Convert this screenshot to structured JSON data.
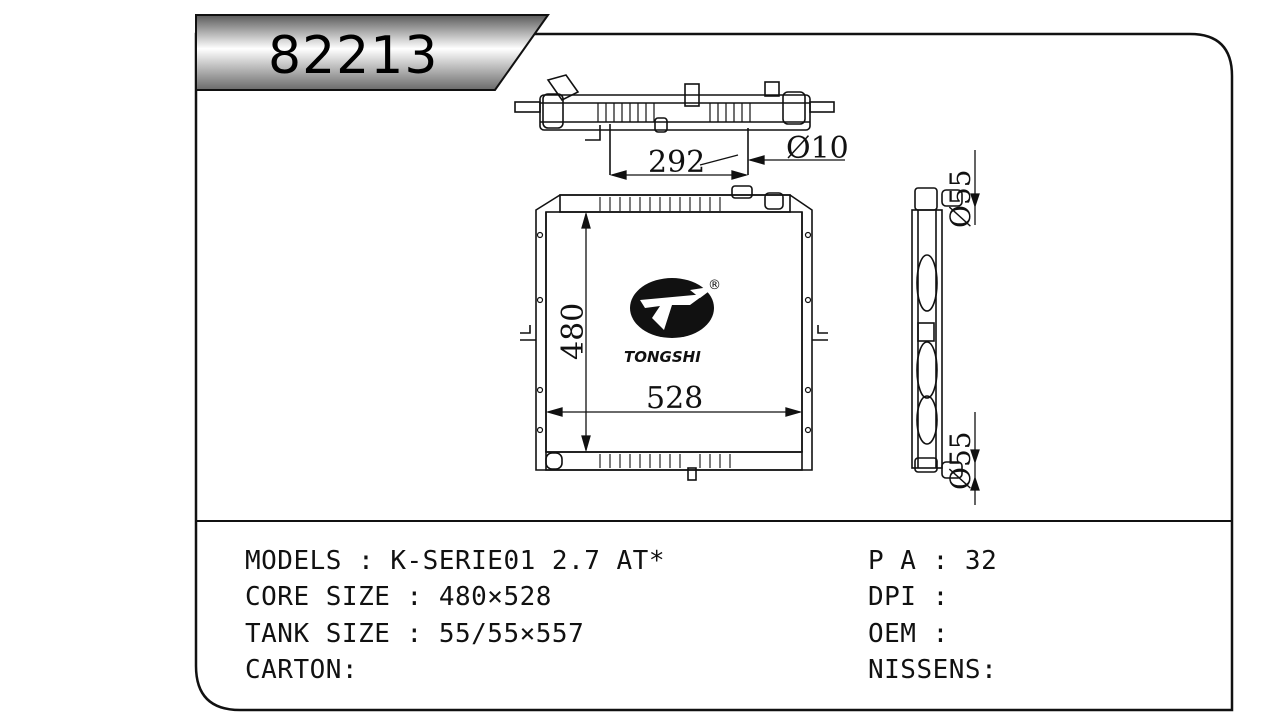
{
  "part_number": "82213",
  "brand": {
    "name": "TONGSHI",
    "registered_mark": "®",
    "logo_icon": "tongshi-logo-icon"
  },
  "dimensions": {
    "pipe_spacing": "292",
    "pipe_diameter": "Ø10",
    "core_height": "480",
    "core_width": "528",
    "tank_top": "Ø55",
    "tank_bottom": "Ø55"
  },
  "specs_left": [
    {
      "label": "MODELS",
      "value": "K-SERIE01 2.7 AT*"
    },
    {
      "label": "CORE SIZE",
      "value": "480×528"
    },
    {
      "label": "TANK SIZE",
      "value": "55/55×557"
    },
    {
      "label": "CARTON",
      "value": ""
    }
  ],
  "specs_right": [
    {
      "label": "P A",
      "value": "32"
    },
    {
      "label": "DPI",
      "value": ""
    },
    {
      "label": "OEM",
      "value": ""
    },
    {
      "label": "NISSENS",
      "value": ""
    }
  ],
  "text": {
    "models_line": "MODELS : K-SERIE01 2.7 AT*",
    "core_line": "CORE SIZE : 480×528",
    "tank_line": "TANK SIZE : 55/55×557",
    "carton_line": "CARTON:",
    "pa_line": "P A : 32",
    "dpi_line": "DPI :",
    "oem_line": "OEM :",
    "nissens_line": "NISSENS:"
  }
}
